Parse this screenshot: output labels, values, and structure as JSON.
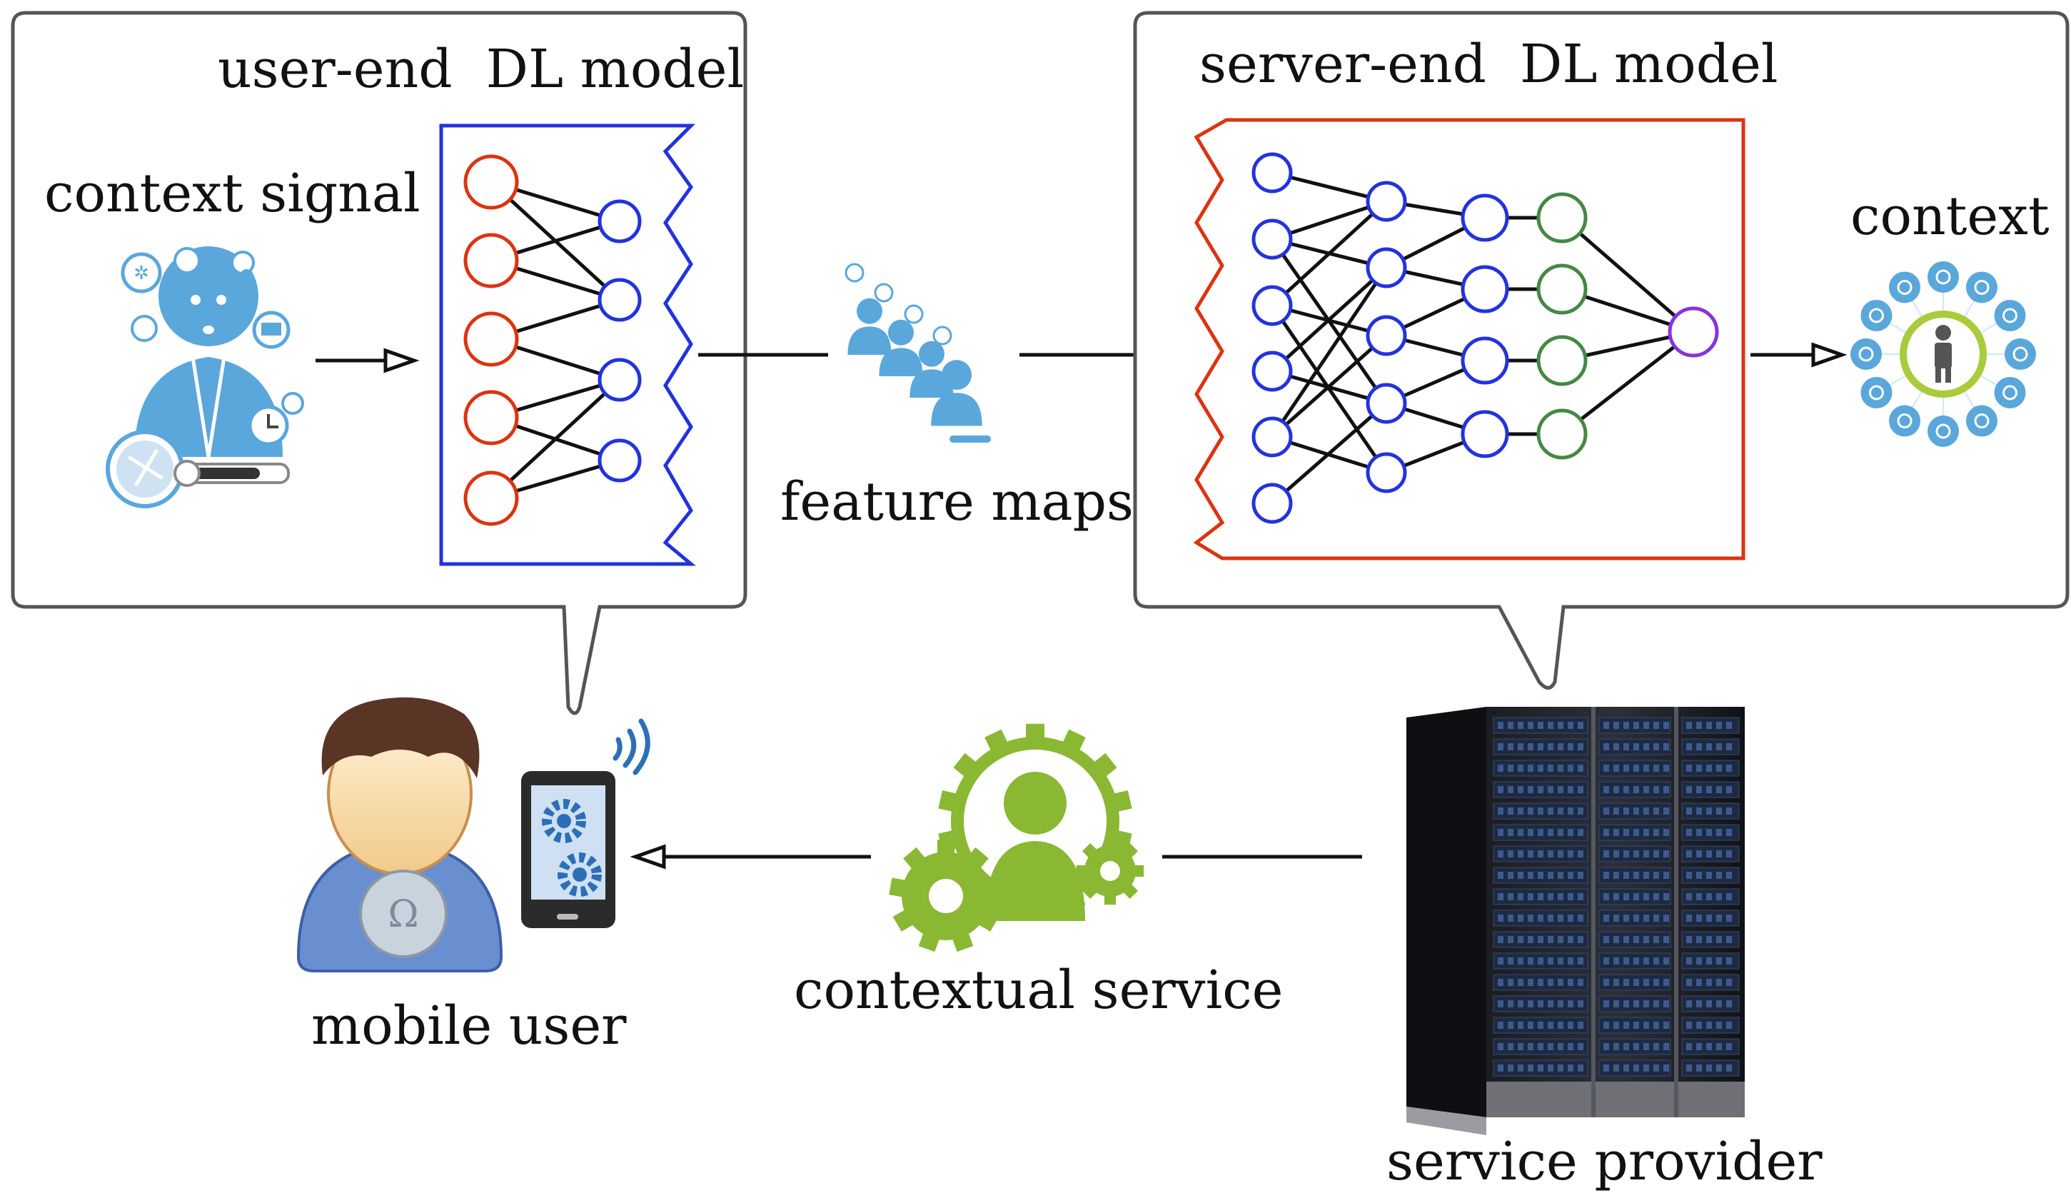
{
  "labels": {
    "user_model": "user-end  DL model",
    "server_model": "server-end  DL model",
    "context_signal": "context signal",
    "feature_maps": "feature maps",
    "context": "context",
    "contextual_service": "contextual service",
    "mobile_user": "mobile user",
    "service_provider": "service provider"
  },
  "colors": {
    "user_model_frame": "#2233dd",
    "server_model_frame": "#dd3311",
    "input_node": "#dd3311",
    "hidden_node": "#2233dd",
    "green_node": "#448844",
    "output_node": "#8833dd",
    "icon_blue": "#5aa7dc",
    "gear_green": "#8ab832"
  },
  "icons": [
    "person-icon",
    "smartphone-icon",
    "gears-person-icon",
    "server-rack-icon",
    "context-hub-icon"
  ]
}
